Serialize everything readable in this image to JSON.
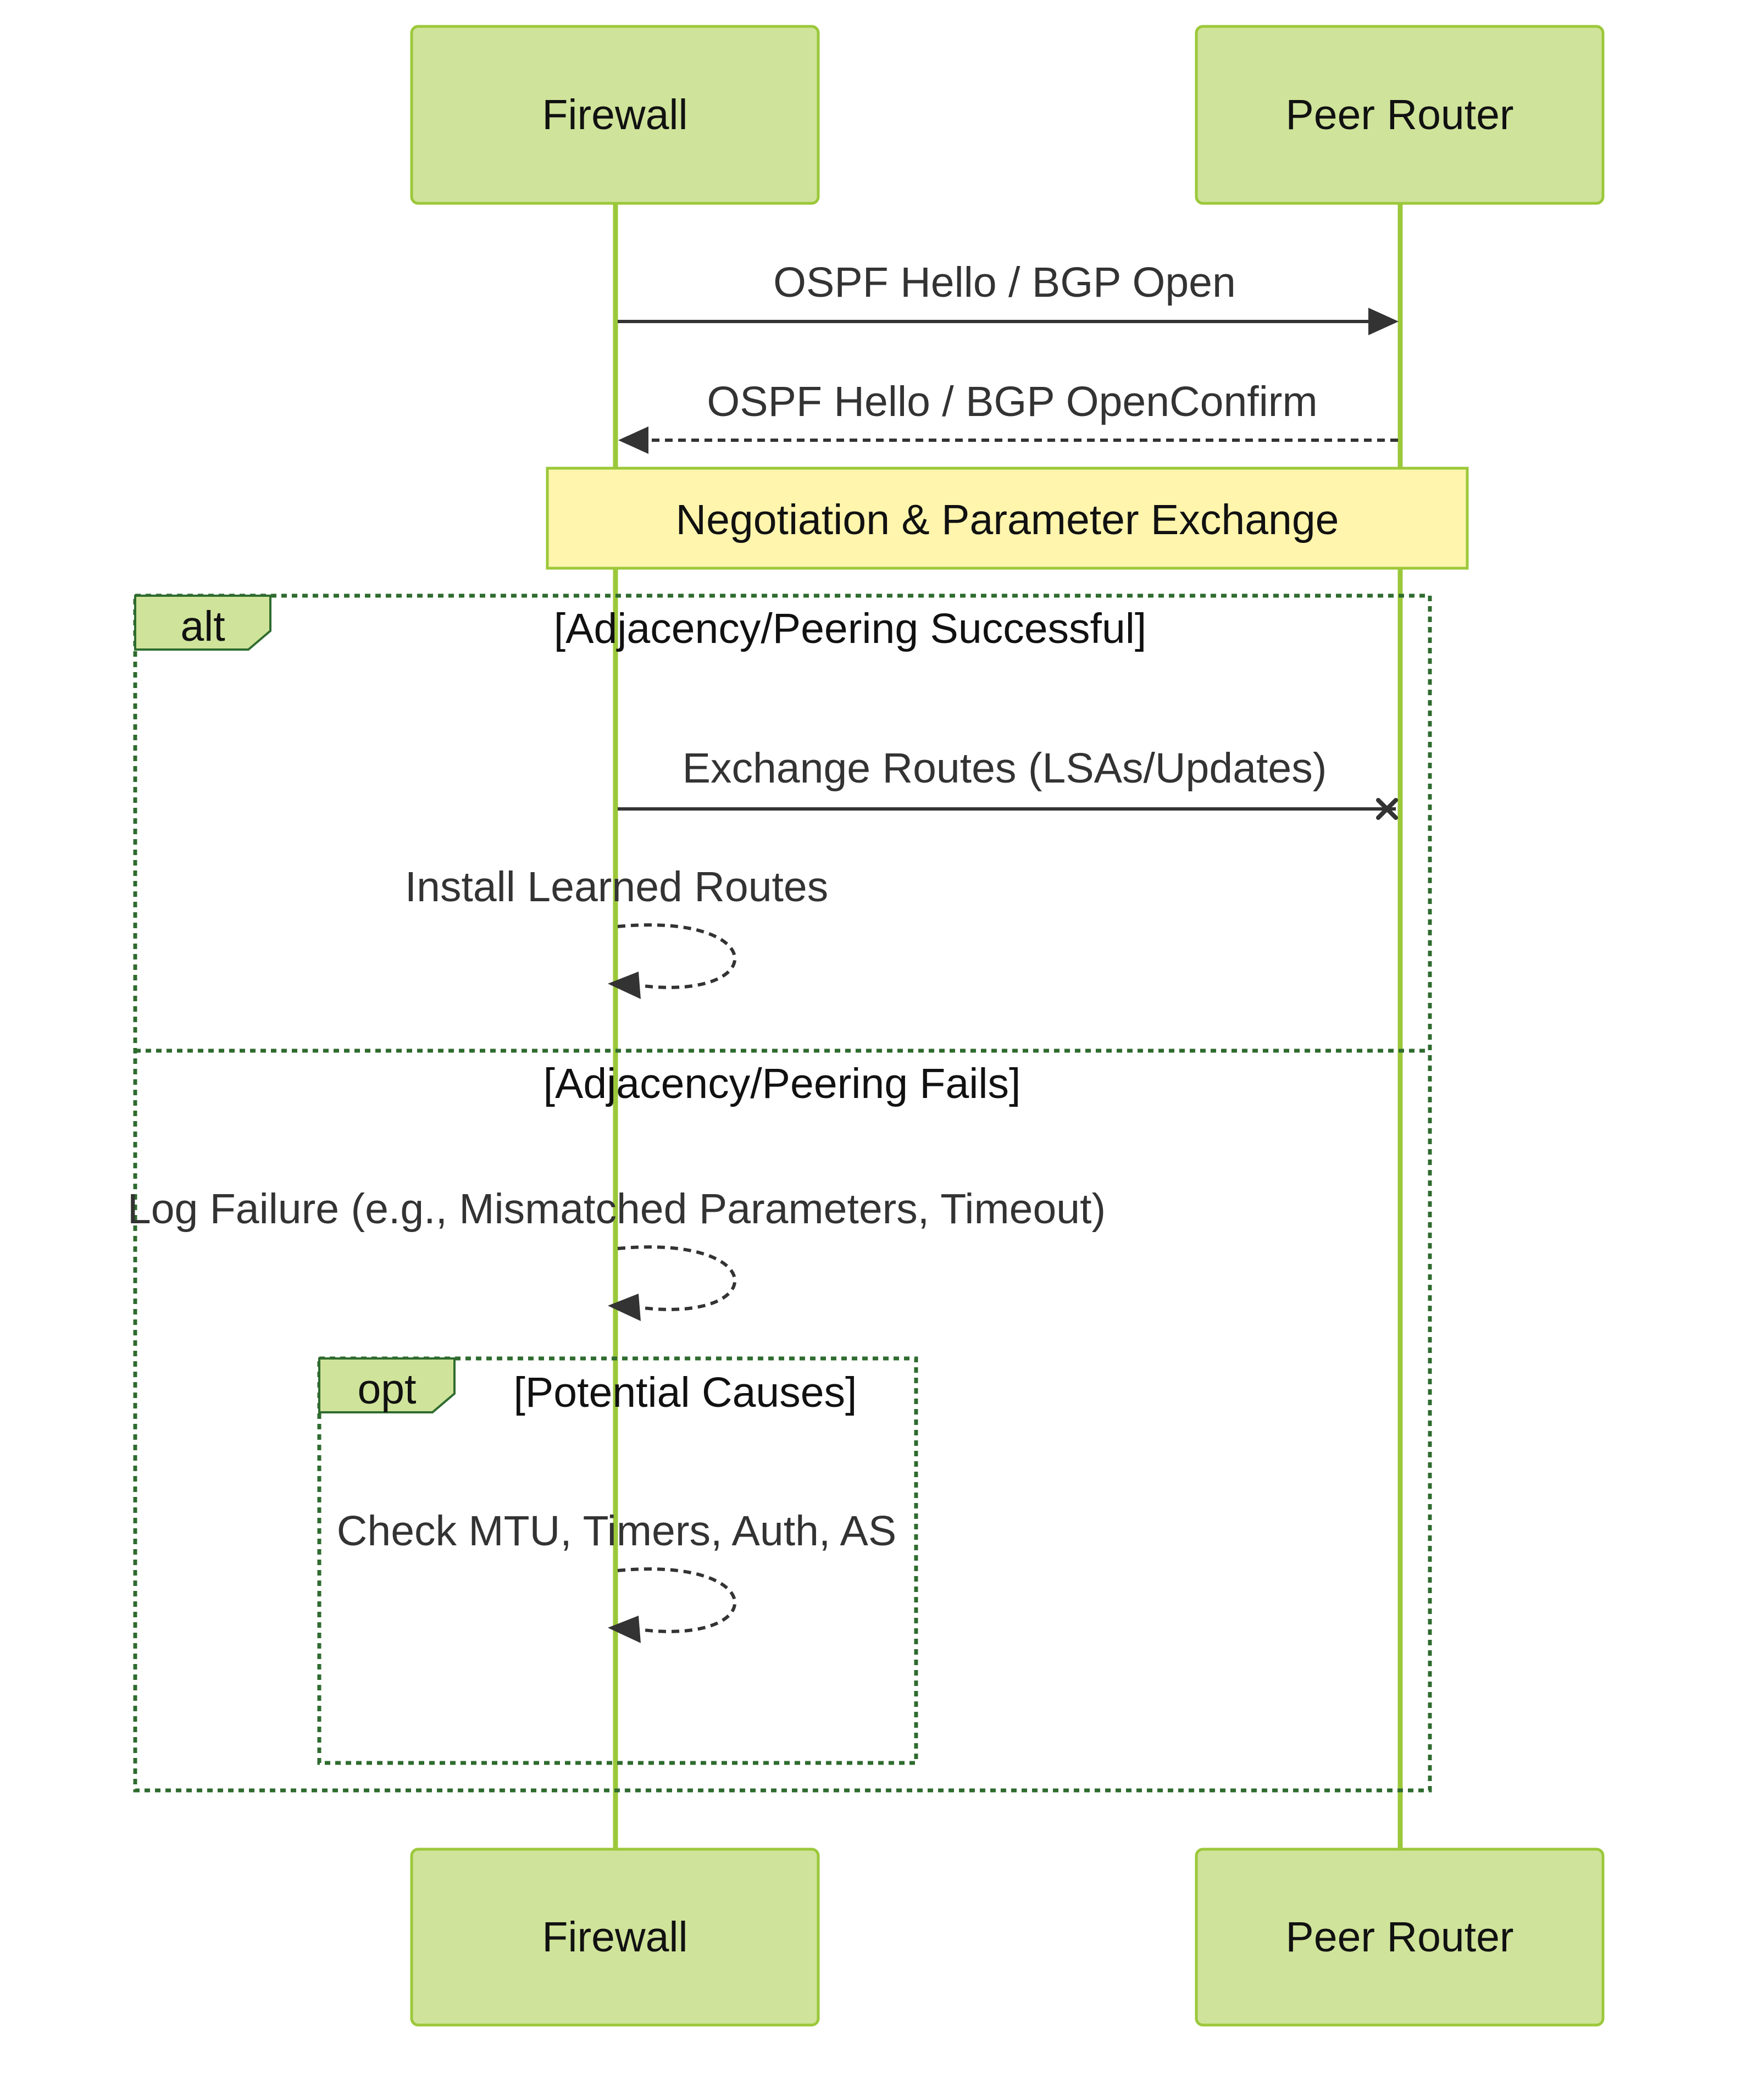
{
  "participants": {
    "firewall": "Firewall",
    "peer_router": "Peer Router"
  },
  "messages": {
    "hello_open": "OSPF Hello / BGP Open",
    "hello_openconfirm": "OSPF Hello / BGP OpenConfirm",
    "exchange_routes": "Exchange Routes (LSAs/Updates)",
    "install_routes": "Install Learned Routes",
    "log_failure": "Log Failure (e.g., Mismatched Parameters, Timeout)",
    "check_causes": "Check MTU, Timers, Auth, AS"
  },
  "note": {
    "text": "Negotiation & Parameter Exchange"
  },
  "alt_frame": {
    "label": "alt",
    "success_condition": "[Adjacency/Peering Successful]",
    "fail_condition": "[Adjacency/Peering Fails]"
  },
  "opt_frame": {
    "label": "opt",
    "condition": "[Potential Causes]"
  },
  "colors": {
    "actor_fill": "#cfe39a",
    "actor_border": "#9bc83a",
    "lifeline": "#9bc83a",
    "note_fill": "#fff5ad",
    "frame_border": "#2f6b2f",
    "message_line": "#333333"
  }
}
